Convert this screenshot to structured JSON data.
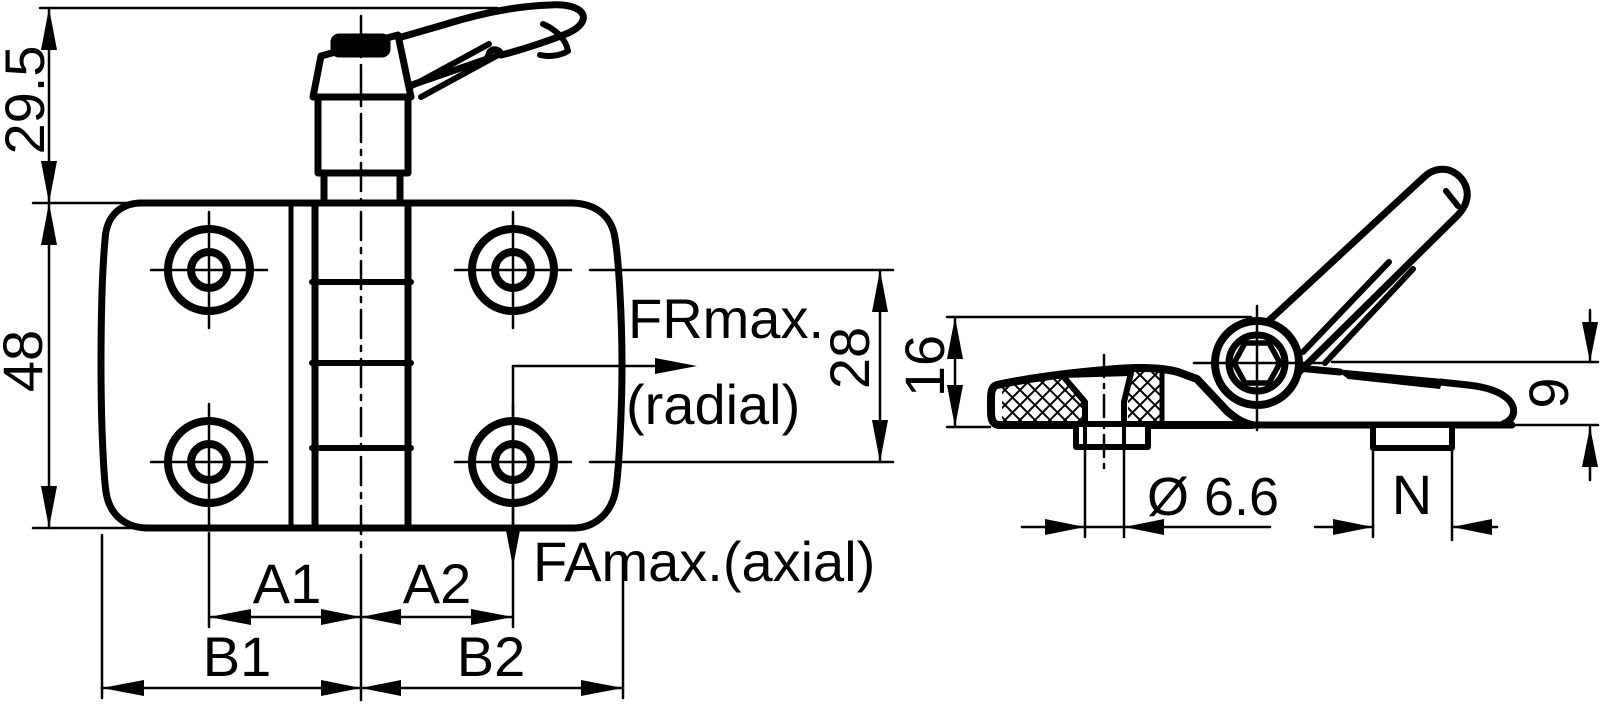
{
  "drawing": {
    "title": "hinge-with-clamping-lever-technical-drawing",
    "colors": {
      "line": "#000000",
      "background": "#ffffff"
    },
    "front_view": {
      "dim_lever_height": "29.5",
      "dim_plate_height": "48",
      "dim_hole_row_spacing": "28",
      "dim_a1": "A1",
      "dim_a2": "A2",
      "dim_b1": "B1",
      "dim_b2": "B2",
      "force_radial_line1": "FRmax.",
      "force_radial_line2": "(radial)",
      "force_axial": "FAmax.(axial)"
    },
    "side_view": {
      "dim_total_height": "16",
      "dim_leaf_height": "9",
      "dim_hole_diameter": "Ø 6.6",
      "dim_boss_width": "N"
    }
  }
}
